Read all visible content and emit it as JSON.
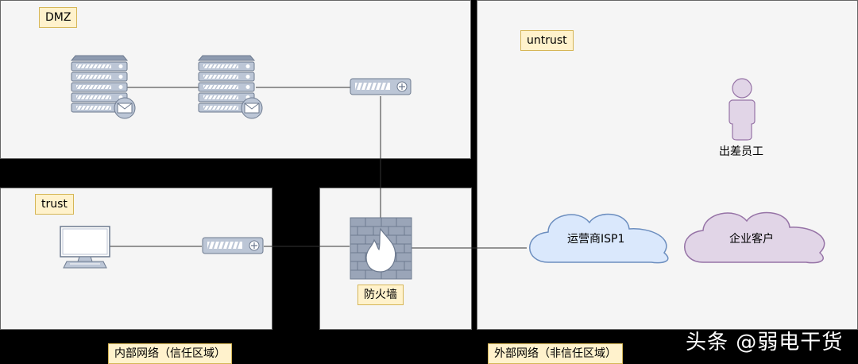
{
  "zones": {
    "dmz": {
      "label": "DMZ"
    },
    "trust": {
      "label": "trust"
    },
    "untrust": {
      "label": "untrust"
    }
  },
  "nodes": {
    "firewall": {
      "label": "防火墙"
    },
    "isp": {
      "label": "运营商ISP1"
    },
    "enterprise_client": {
      "label": "企业客户"
    },
    "traveling_staff": {
      "label": "出差员工"
    }
  },
  "bottom_labels": {
    "internal": "内部网络（信任区域）",
    "external": "外部网络（非信任区域）"
  },
  "watermark": "头条 @弱电干货",
  "colors": {
    "zone_bg": "#f5f5f5",
    "tag_bg": "#fff2cc",
    "tag_border": "#d6b656",
    "server": "#bcc6d6",
    "isp_cloud": "#dae8fc",
    "enterprise_cloud": "#e1d5e7",
    "person": "#e1d5e7"
  }
}
